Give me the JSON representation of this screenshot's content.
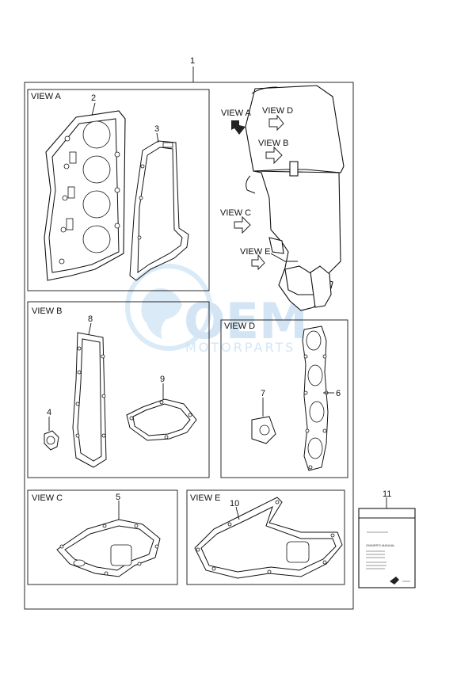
{
  "callouts": {
    "kit": "1",
    "cyl_head_gasket": "2",
    "head_cover_gasket": "3",
    "small_gasket_4": "4",
    "gasket_5": "5",
    "manifold_gasket": "6",
    "small_gasket_7": "7",
    "gasket_8": "8",
    "gasket_9": "9",
    "gasket_10": "10",
    "manual": "11"
  },
  "views": {
    "a": "VIEW A",
    "b": "VIEW B",
    "c": "VIEW C",
    "d": "VIEW D",
    "e": "VIEW E"
  },
  "engine_arrows": {
    "a": "VIEW A",
    "b": "VIEW B",
    "c": "VIEW C",
    "d": "VIEW D",
    "e": "VIEW E"
  },
  "manual_card": {
    "title": "OWNER'S MANUAL"
  },
  "watermark": {
    "brand": "OEM",
    "sub": "MOTORPARTS"
  }
}
